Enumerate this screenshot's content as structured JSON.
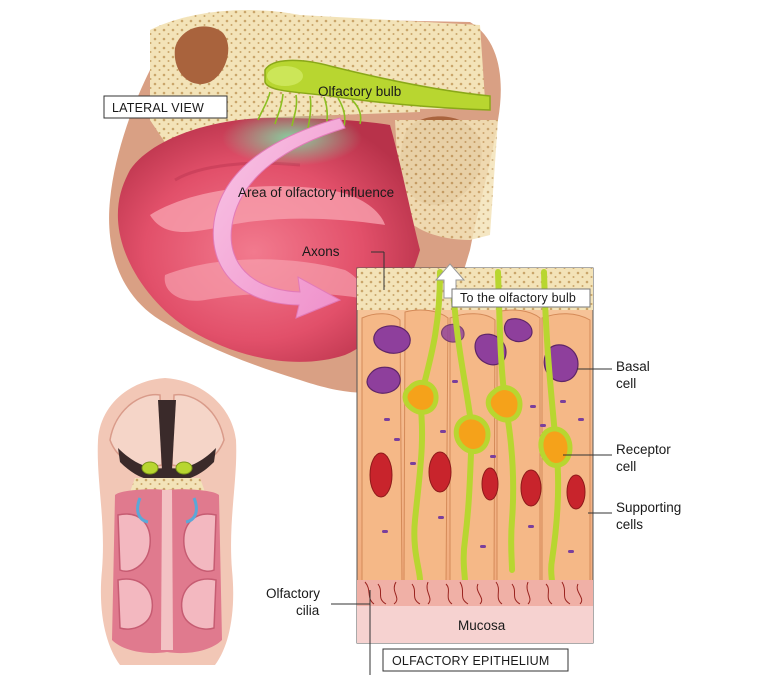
{
  "labels": {
    "lateral_view": "LATERAL VIEW",
    "olfactory_bulb": "Olfactory bulb",
    "area_influence": "Area of olfactory influence",
    "axons": "Axons",
    "to_bulb": "To the olfactory bulb",
    "basal_cell_1": "Basal",
    "basal_cell_2": "cell",
    "receptor_cell_1": "Receptor",
    "receptor_cell_2": "cell",
    "supporting_cells_1": "Supporting",
    "supporting_cells_2": "cells",
    "cilia_1": "Olfactory",
    "cilia_2": "cilia",
    "mucosa": "Mucosa",
    "epithelium": "OLFACTORY EPITHELIUM"
  },
  "colors": {
    "tissue_pink": "#e2506a",
    "bone": "#f3e3b8",
    "nerve_green": "#b8d630",
    "cell_peach": "#f4b27c",
    "basal_purple": "#8e3f9c",
    "receptor_orange": "#f5a21a",
    "nucleus_red": "#c8242c",
    "arrow_pink": "#f4a8d8"
  }
}
